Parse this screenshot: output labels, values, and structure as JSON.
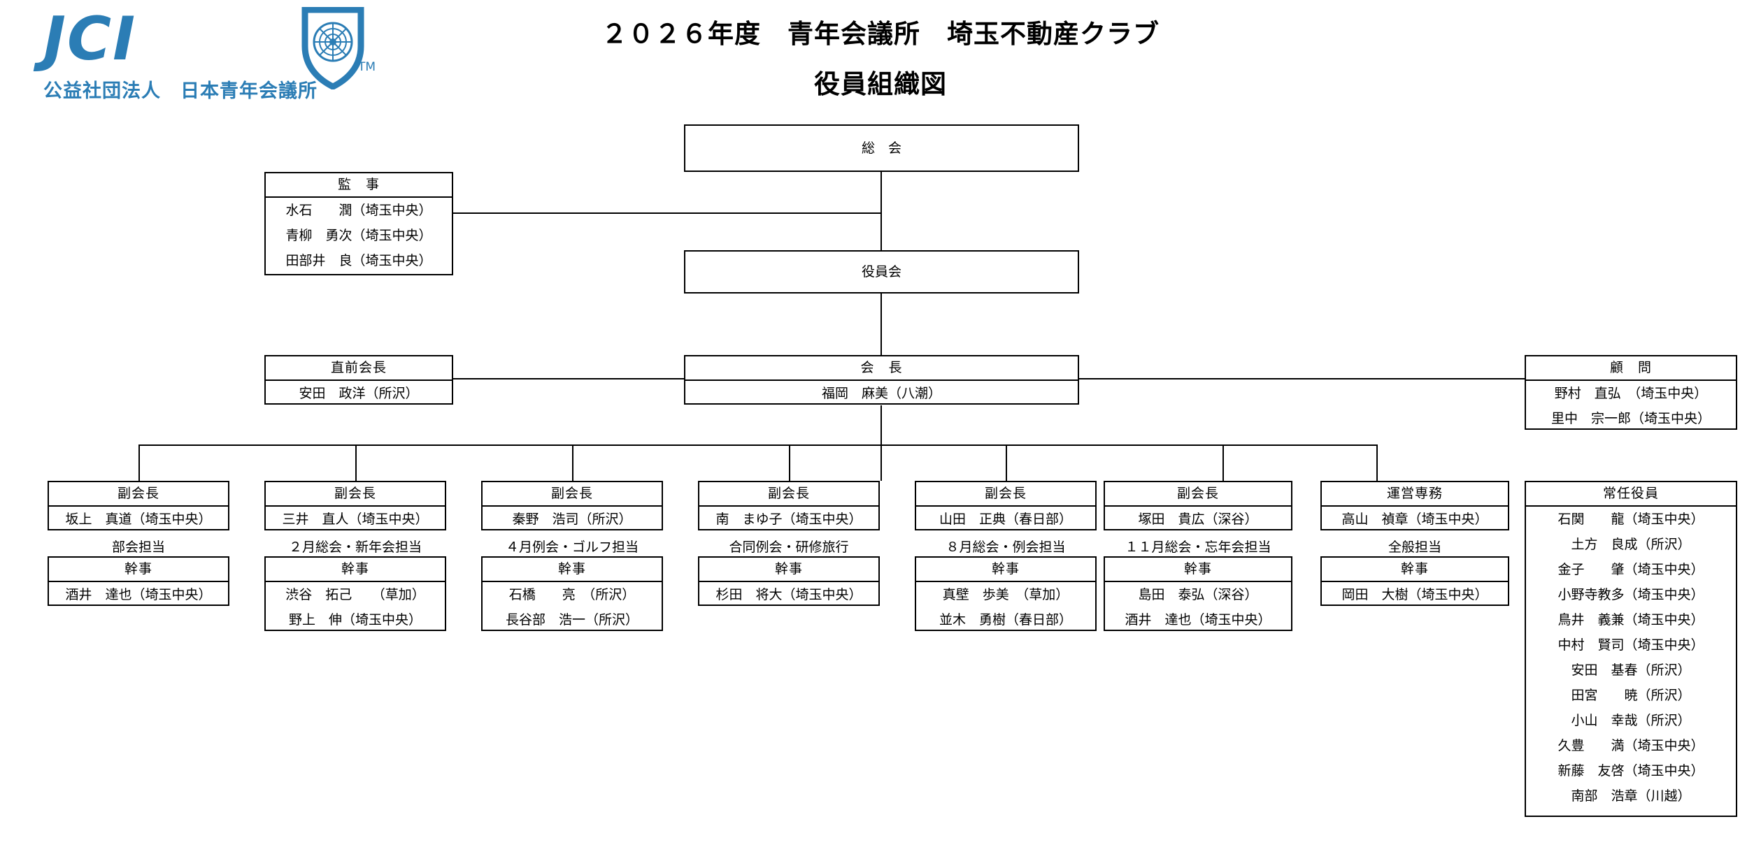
{
  "logo": {
    "wordmark": "JCI",
    "tm": "TM",
    "subtitle": "公益社団法人　日本青年会議所",
    "color": "#2b7db5",
    "shield_icon": "jci-shield-icon"
  },
  "title": {
    "line1": "２０２６年度　青年会議所　埼玉不動産クラブ",
    "line2": "役員組織図"
  },
  "nodes": {
    "general_assembly": {
      "label": "総　会"
    },
    "board": {
      "label": "役員会"
    },
    "auditors": {
      "header": "監　事",
      "members": [
        "水石　　潤（埼玉中央）",
        "青柳　勇次（埼玉中央）",
        "田部井　良（埼玉中央）"
      ]
    },
    "immediate_past_president": {
      "header": "直前会長",
      "members": [
        "安田　政洋（所沢）"
      ]
    },
    "president": {
      "header": "会　長",
      "members": [
        "福岡　麻美（八潮）"
      ]
    },
    "advisors": {
      "header": "顧　問",
      "members": [
        "野村　直弘　（埼玉中央）",
        "里中　宗一郎（埼玉中央）"
      ]
    },
    "standing_officers": {
      "header": "常任役員",
      "members": [
        "石関　　龍（埼玉中央）",
        "土方　良成（所沢）",
        "金子　　肇（埼玉中央）",
        "小野寺教多（埼玉中央）",
        "鳥井　義兼（埼玉中央）",
        "中村　賢司（埼玉中央）",
        "安田　基春（所沢）",
        "田宮　　暁（所沢）",
        "小山　幸哉（所沢）",
        "久豊　　満（埼玉中央）",
        "新藤　友啓（埼玉中央）",
        "南部　浩章（川越）"
      ]
    }
  },
  "columns": [
    {
      "role_header": "副会長",
      "role_members": [
        "坂上　真道（埼玉中央）"
      ],
      "assignment": "部会担当",
      "secretary_header": "幹事",
      "secretary_members": [
        "酒井　達也（埼玉中央）"
      ]
    },
    {
      "role_header": "副会長",
      "role_members": [
        "三井　直人（埼玉中央）"
      ],
      "assignment": "２月総会・新年会担当",
      "secretary_header": "幹事",
      "secretary_members": [
        "渋谷　拓己　　（草加）",
        "野上　伸（埼玉中央）"
      ]
    },
    {
      "role_header": "副会長",
      "role_members": [
        "秦野　浩司（所沢）"
      ],
      "assignment": "４月例会・ゴルフ担当",
      "secretary_header": "幹事",
      "secretary_members": [
        "石橋　　亮　（所沢）",
        "長谷部　浩一（所沢）"
      ]
    },
    {
      "role_header": "副会長",
      "role_members": [
        "南　まゆ子（埼玉中央）"
      ],
      "assignment": "合同例会・研修旅行",
      "secretary_header": "幹事",
      "secretary_members": [
        "杉田　将大（埼玉中央）"
      ]
    },
    {
      "role_header": "副会長",
      "role_members": [
        "山田　正典（春日部）"
      ],
      "assignment": "８月総会・例会担当",
      "secretary_header": "幹事",
      "secretary_members": [
        "真壁　歩美　（草加）",
        "並木　勇樹（春日部）"
      ]
    },
    {
      "role_header": "副会長",
      "role_members": [
        "塚田　貴広（深谷）"
      ],
      "assignment": "１１月総会・忘年会担当",
      "secretary_header": "幹事",
      "secretary_members": [
        "島田　泰弘（深谷）",
        "酒井　達也（埼玉中央）"
      ]
    },
    {
      "role_header": "運営専務",
      "role_members": [
        "高山　禎章（埼玉中央）"
      ],
      "assignment": "全般担当",
      "secretary_header": "幹事",
      "secretary_members": [
        "岡田　大樹（埼玉中央）"
      ]
    }
  ]
}
